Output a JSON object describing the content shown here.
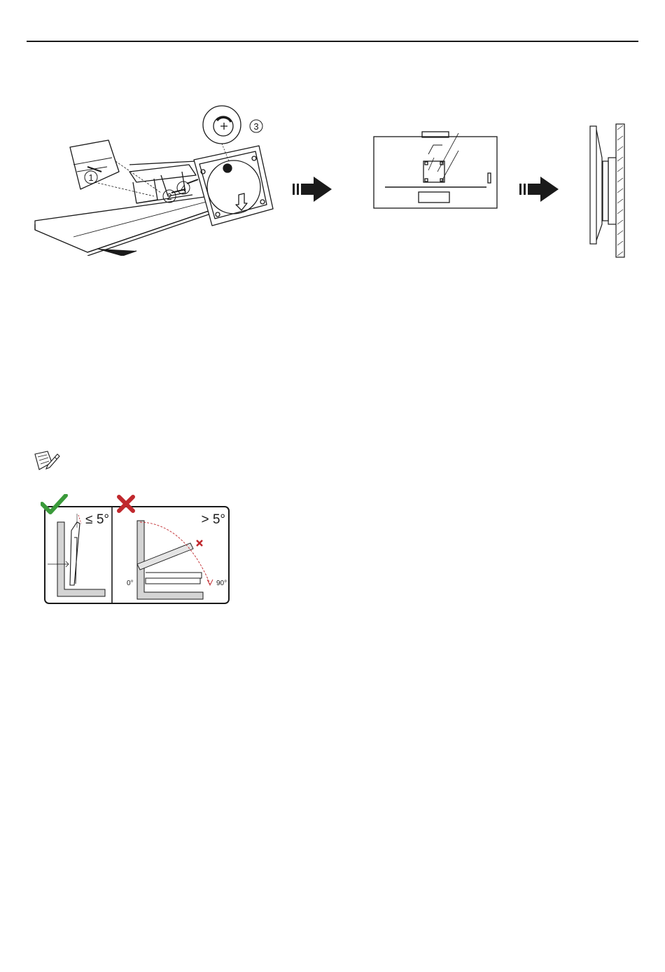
{
  "steps": {
    "callout_1": "1",
    "callout_2": "2",
    "callout_3": "3",
    "callout_4": "4"
  },
  "tilt": {
    "ok_label": "≤ 5°",
    "bad_label": "> 5°",
    "zero_label": "0°",
    "ninety_label": "90°"
  },
  "colors": {
    "line": "#1a1a1a",
    "check": "#3a9a3a",
    "cross": "#c0282d",
    "wall": "#d4d4d4",
    "arrow": "#1a1a1a"
  },
  "icons": {
    "note": "note-pencil-icon",
    "ok": "checkmark-icon",
    "bad": "cross-icon",
    "next": "arrow-right-icon"
  }
}
